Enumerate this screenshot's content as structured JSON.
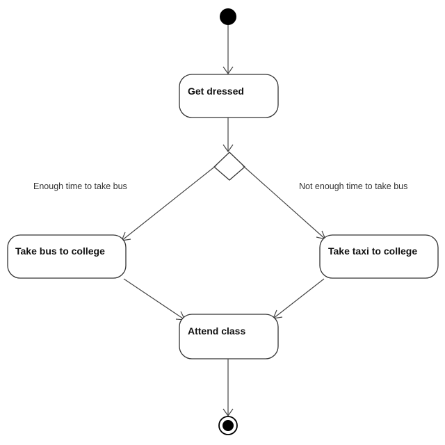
{
  "diagram": {
    "type": "uml-activity",
    "nodes": {
      "get_dressed": "Get dressed",
      "take_bus": "Take bus to college",
      "take_taxi": "Take taxi to college",
      "attend_class": "Attend class"
    },
    "guards": {
      "bus": "Enough time to take bus",
      "taxi": "Not enough time to take bus"
    }
  }
}
